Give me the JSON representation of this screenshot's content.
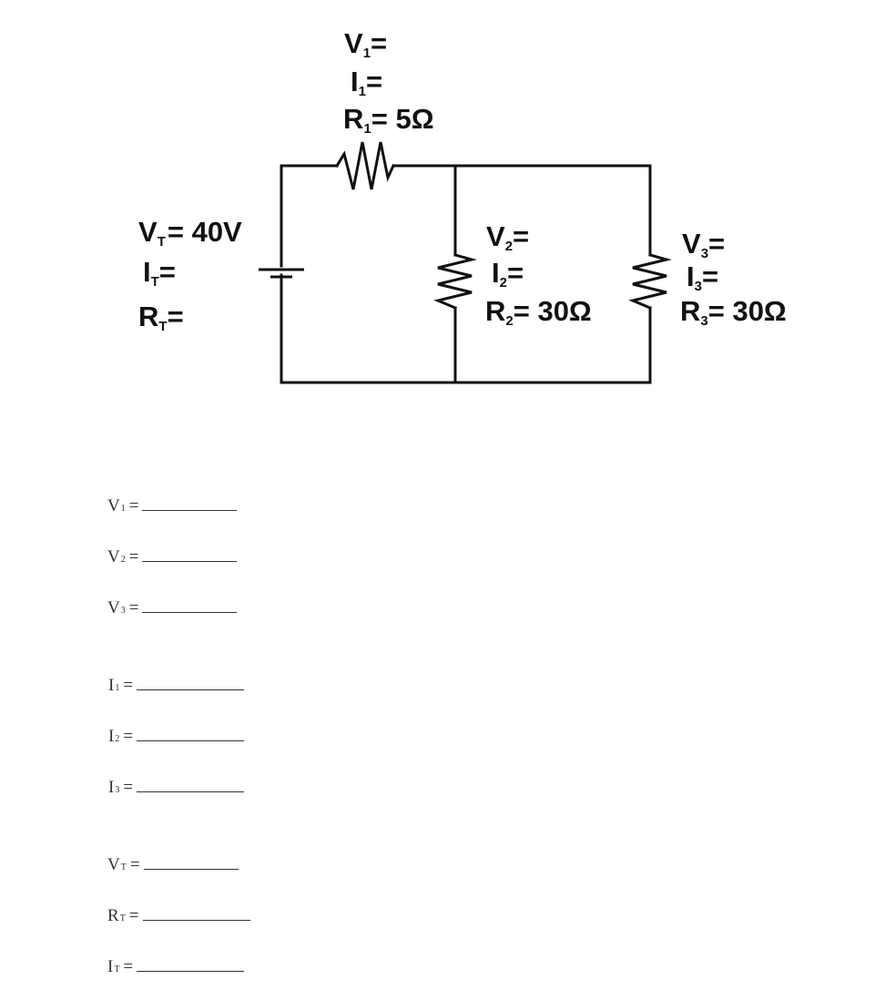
{
  "diagram": {
    "battery": {
      "v_label": "V",
      "v_sub": "T",
      "v_value": "= 40V",
      "i_label": "I",
      "i_sub": "T",
      "i_value": "=",
      "r_label": "R",
      "r_sub": "T",
      "r_value": "="
    },
    "r1": {
      "v_label": "V",
      "v_sub": "1",
      "v_value": "=",
      "i_label": "I",
      "i_sub": "1",
      "i_value": "=",
      "r_label": "R",
      "r_sub": "1",
      "r_value": "= 5Ω"
    },
    "r2": {
      "v_label": "V",
      "v_sub": "2",
      "v_value": "=",
      "i_label": "I",
      "i_sub": "2",
      "i_value": "=",
      "r_label": "R",
      "r_sub": "2",
      "r_value": "= 30Ω"
    },
    "r3": {
      "v_label": "V",
      "v_sub": "3",
      "v_value": "=",
      "i_label": "I",
      "i_sub": "3",
      "i_value": "=",
      "r_label": "R",
      "r_sub": "3",
      "r_value": "= 30Ω"
    }
  },
  "answers": [
    {
      "var": "V",
      "sub": "1",
      "eq": "="
    },
    {
      "var": "V",
      "sub": "2",
      "eq": "="
    },
    {
      "var": "V",
      "sub": "3",
      "eq": "="
    },
    {
      "var": "I",
      "sub": "1",
      "eq": "="
    },
    {
      "var": "I",
      "sub": "2",
      "eq": "="
    },
    {
      "var": "I",
      "sub": "3",
      "eq": "="
    },
    {
      "var": "V",
      "sub": "T",
      "eq": "="
    },
    {
      "var": "R",
      "sub": "T",
      "eq": "="
    },
    {
      "var": "I",
      "sub": "T",
      "eq": "="
    }
  ]
}
